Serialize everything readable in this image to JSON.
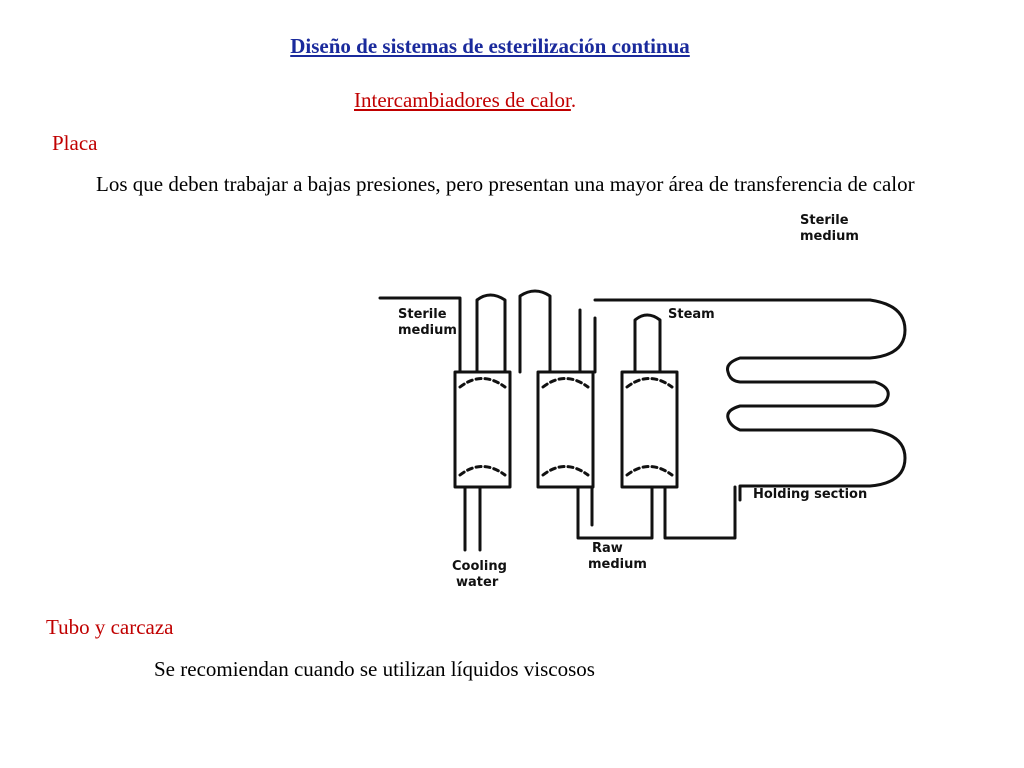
{
  "slide": {
    "title": "Diseño de sistemas de esterilización continua",
    "subtitle": "Intercambiadores de calor",
    "subtitle_suffix": ".",
    "section1": {
      "heading": "Placa",
      "text": "Los que deben trabajar a bajas presiones, pero presentan una mayor área de transferencia de calor"
    },
    "section2": {
      "heading": "Tubo y carcaza",
      "text": "Se recomiendan cuando se utilizan líquidos viscosos"
    }
  },
  "diagram": {
    "labels": {
      "sterile_top_line1": "Sterile",
      "sterile_top_line2": "medium",
      "sterile_left_line1": "Sterile",
      "sterile_left_line2": "medium",
      "steam": "Steam",
      "holding": "Holding section",
      "cooling_line1": "Cooling",
      "cooling_line2": "water",
      "raw_line1": "Raw",
      "raw_line2": "medium"
    }
  },
  "colors": {
    "title": "#1a2a9c",
    "headings": "#c00000",
    "text": "#000000",
    "diagram_lines": "#111111"
  }
}
